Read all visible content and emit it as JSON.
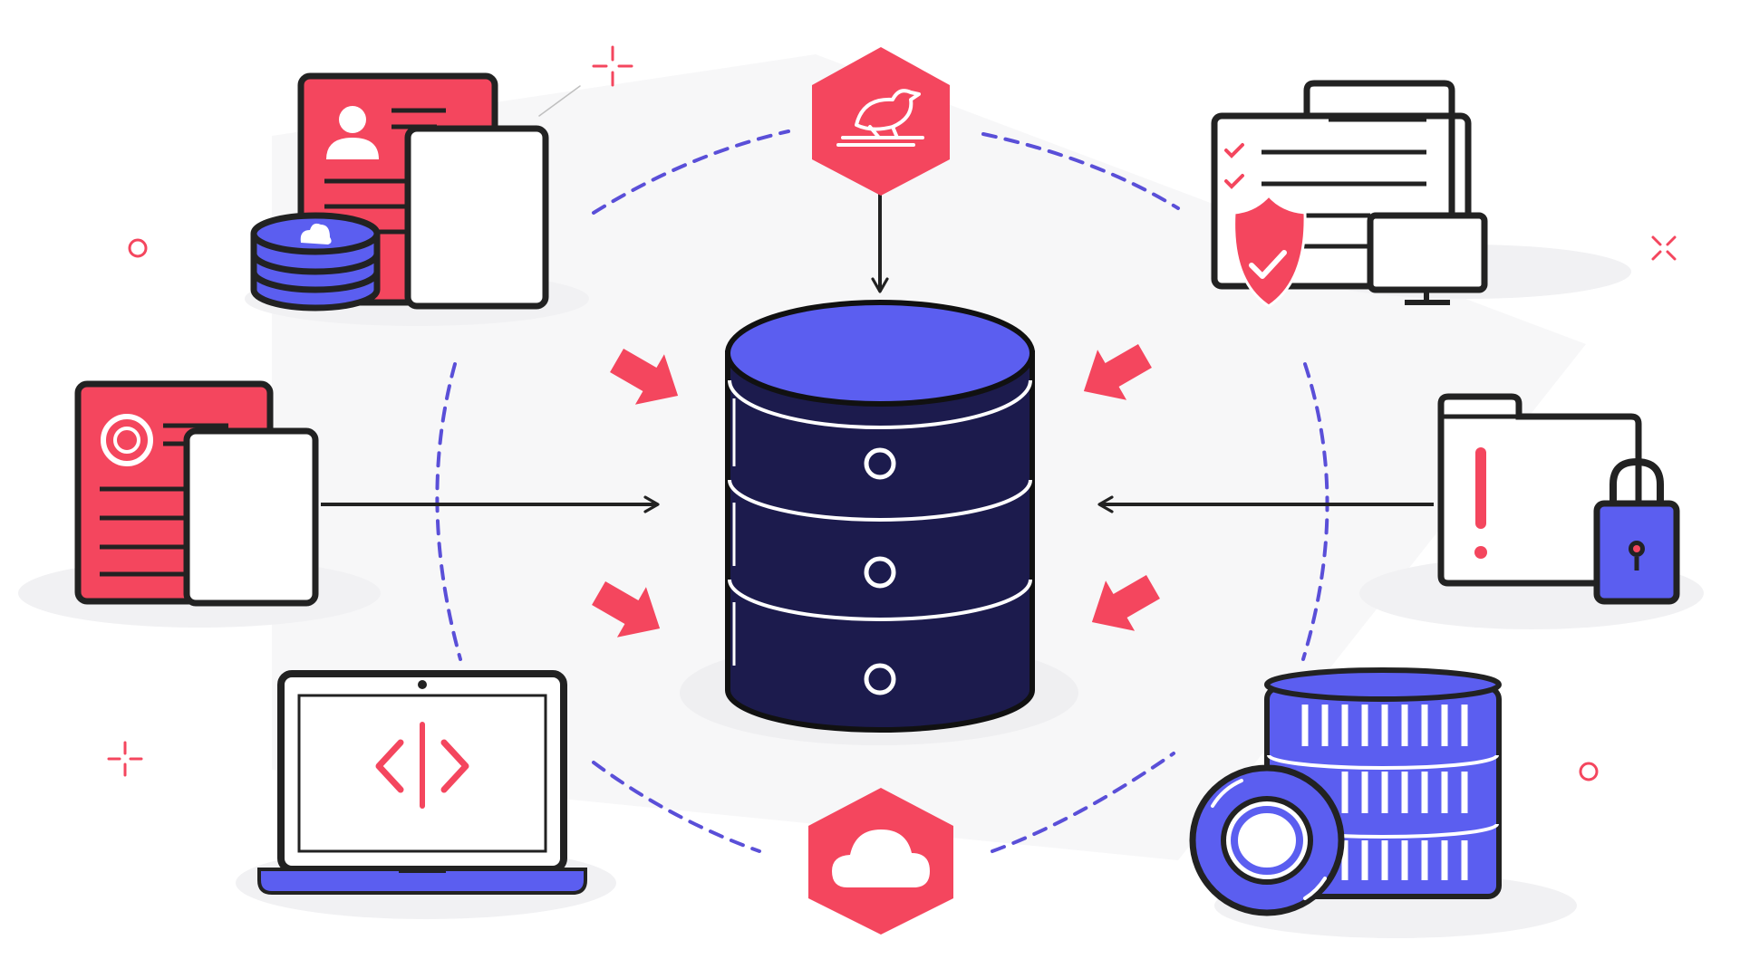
{
  "colors": {
    "navy": "#1c1b4d",
    "indigo": "#5b5ef0",
    "coral": "#f4465e",
    "ink": "#222222",
    "paper": "#ffffff",
    "shadow": "#f1f1f3",
    "dash": "#5a4fd8"
  },
  "nodes": [
    {
      "id": "central-database",
      "icon": "database-icon"
    },
    {
      "id": "contact-documents-with-storage",
      "icon": "contact-document-icon"
    },
    {
      "id": "bird-pen-hexagon",
      "icon": "bird-pen-icon"
    },
    {
      "id": "checklist-security-devices",
      "icon": "checklist-shield-icon"
    },
    {
      "id": "profile-documents",
      "icon": "profile-document-icon"
    },
    {
      "id": "locked-alert-folder",
      "icon": "locked-folder-icon"
    },
    {
      "id": "code-laptop",
      "icon": "code-laptop-icon"
    },
    {
      "id": "cloud-hexagon",
      "icon": "cloud-icon"
    },
    {
      "id": "storage-servers-with-disk",
      "icon": "server-stack-icon"
    }
  ]
}
